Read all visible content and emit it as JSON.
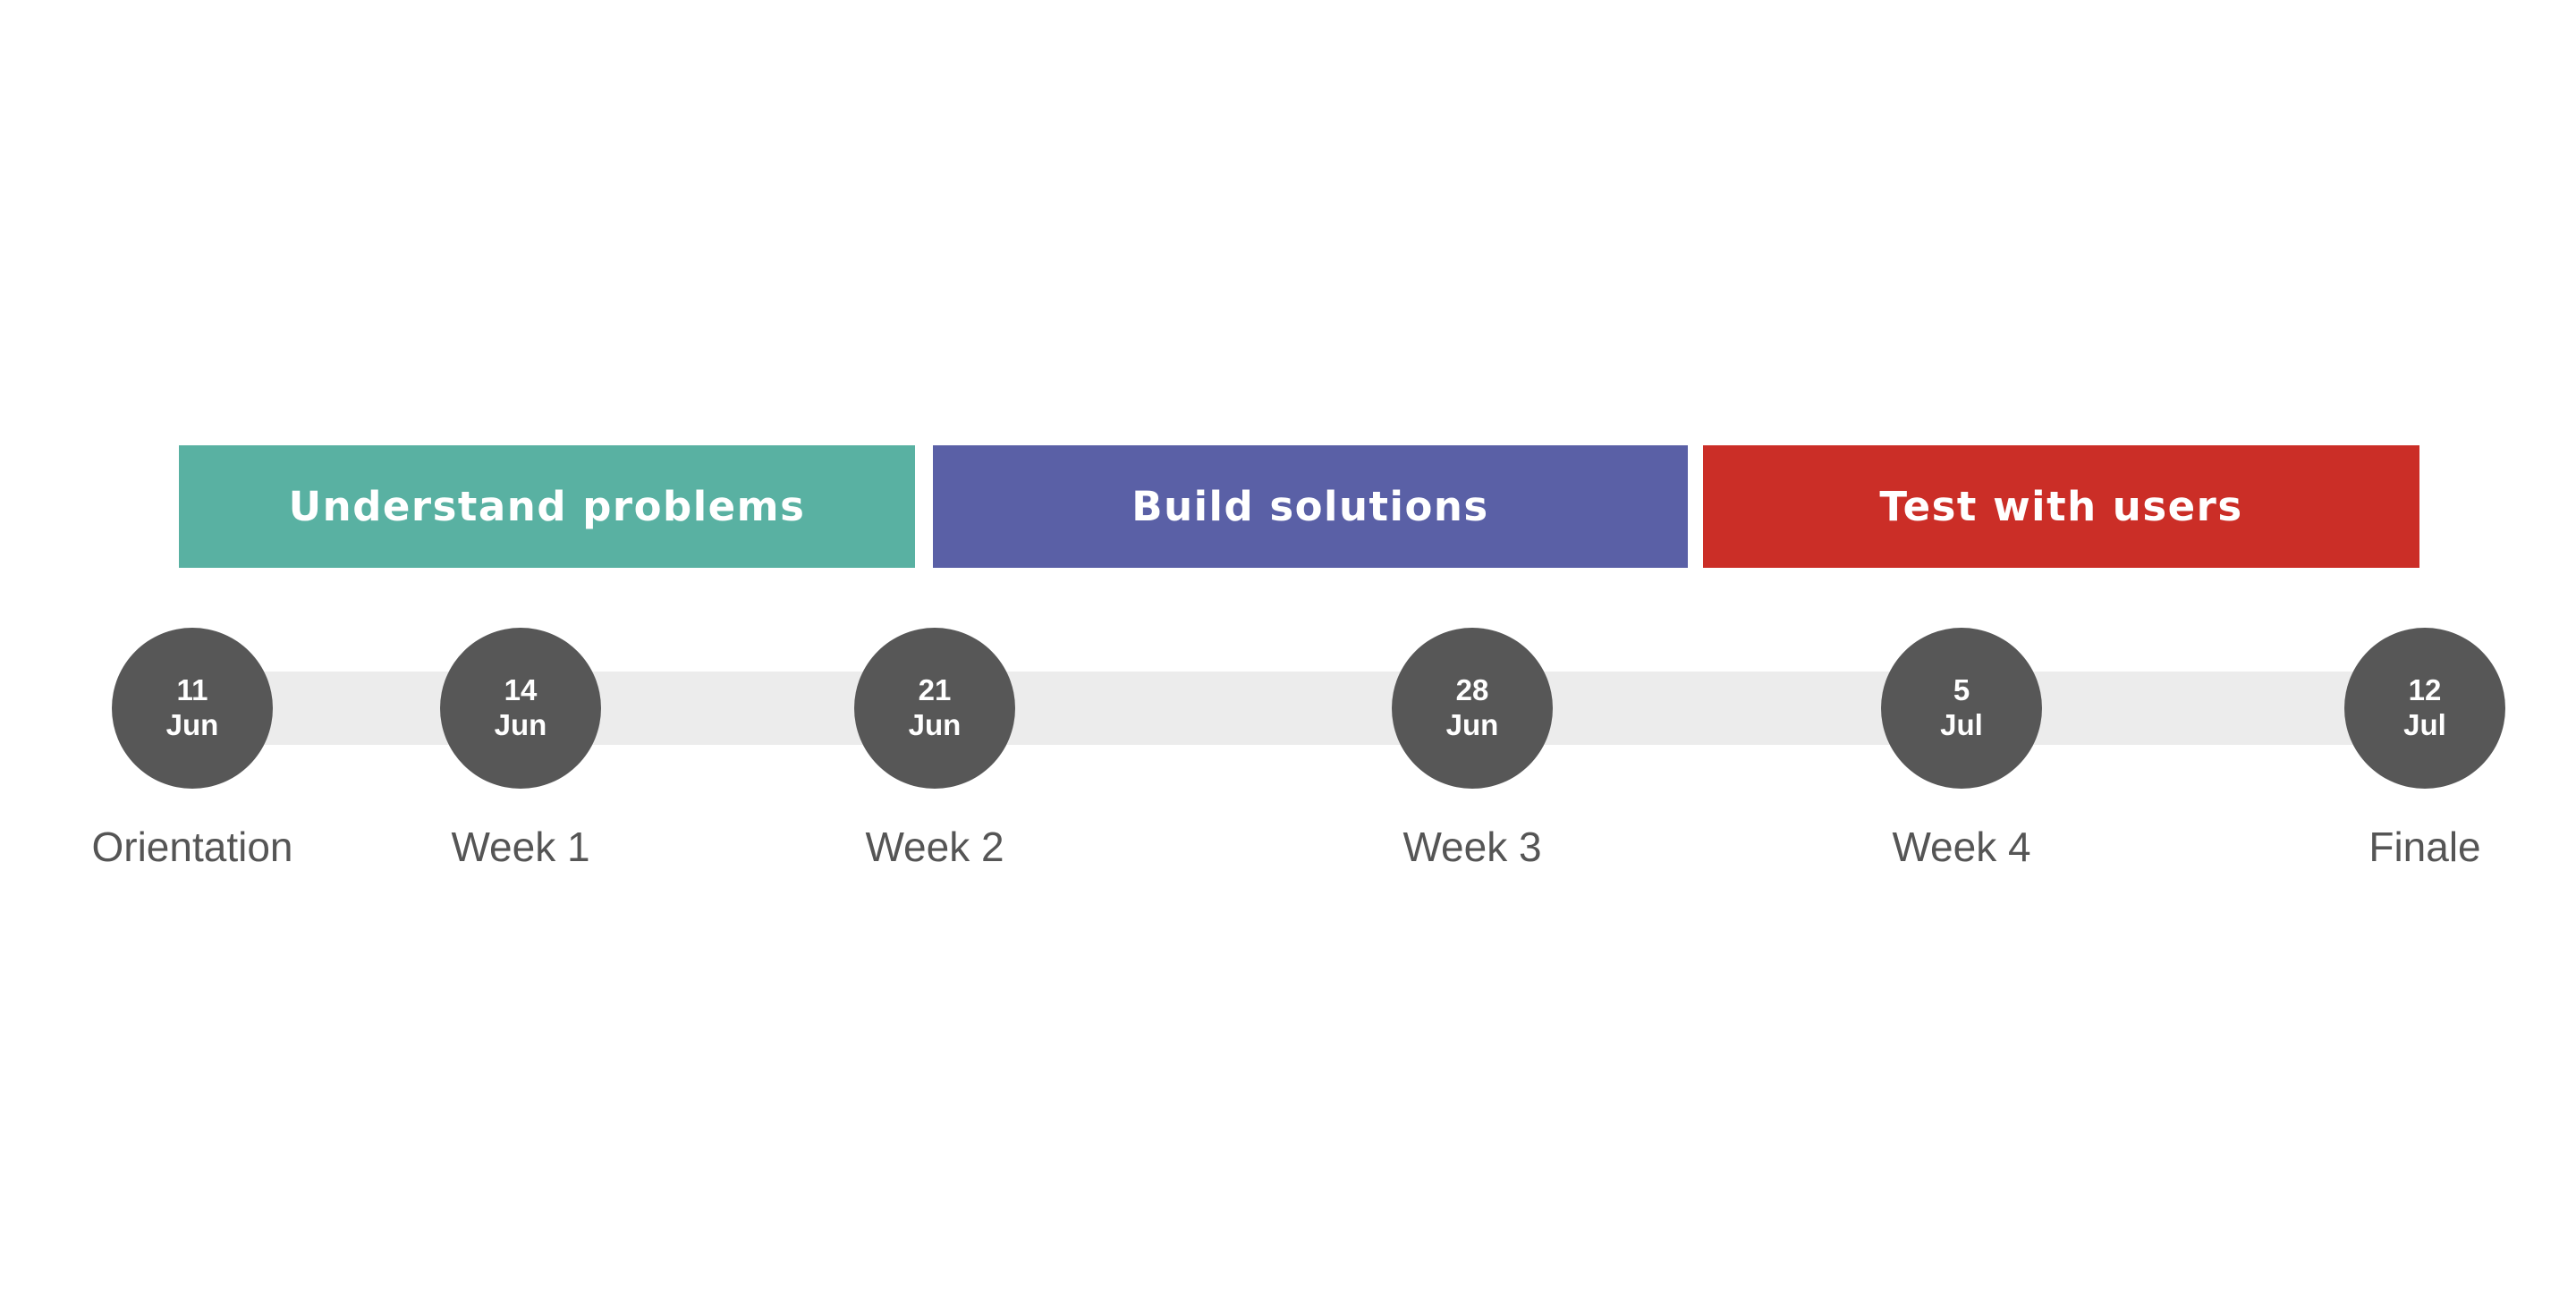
{
  "colors": {
    "phase_teal": "#59B1A2",
    "phase_purple": "#5A60A6",
    "phase_red": "#CB2E27",
    "node_fill": "#575757",
    "node_text": "#FFFFFF",
    "track_fill": "#ECECEC",
    "label_text": "#555555",
    "background": "#FFFFFF"
  },
  "phases": [
    {
      "label": "Understand problems",
      "color": "#59B1A2"
    },
    {
      "label": "Build solutions",
      "color": "#5A60A6"
    },
    {
      "label": "Test with users",
      "color": "#CB2E27"
    }
  ],
  "timeline": {
    "milestones": [
      {
        "day": "11",
        "month": "Jun",
        "label": "Orientation"
      },
      {
        "day": "14",
        "month": "Jun",
        "label": "Week 1"
      },
      {
        "day": "21",
        "month": "Jun",
        "label": "Week 2"
      },
      {
        "day": "28",
        "month": "Jun",
        "label": "Week 3"
      },
      {
        "day": "5",
        "month": "Jul",
        "label": "Week 4"
      },
      {
        "day": "12",
        "month": "Jul",
        "label": "Finale"
      }
    ]
  }
}
